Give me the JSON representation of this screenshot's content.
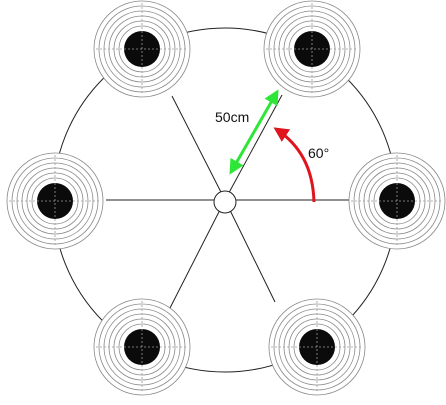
{
  "diagram": {
    "distance_label": "50cm",
    "angle_label": "60°",
    "target_count": 6,
    "angle_step_degrees": 60,
    "colors": {
      "outline": "#222222",
      "ring": "#888888",
      "bullseye": "#0b0b0b",
      "distance_arrow": "#2ee636",
      "angle_arrow": "#e0141d"
    }
  }
}
